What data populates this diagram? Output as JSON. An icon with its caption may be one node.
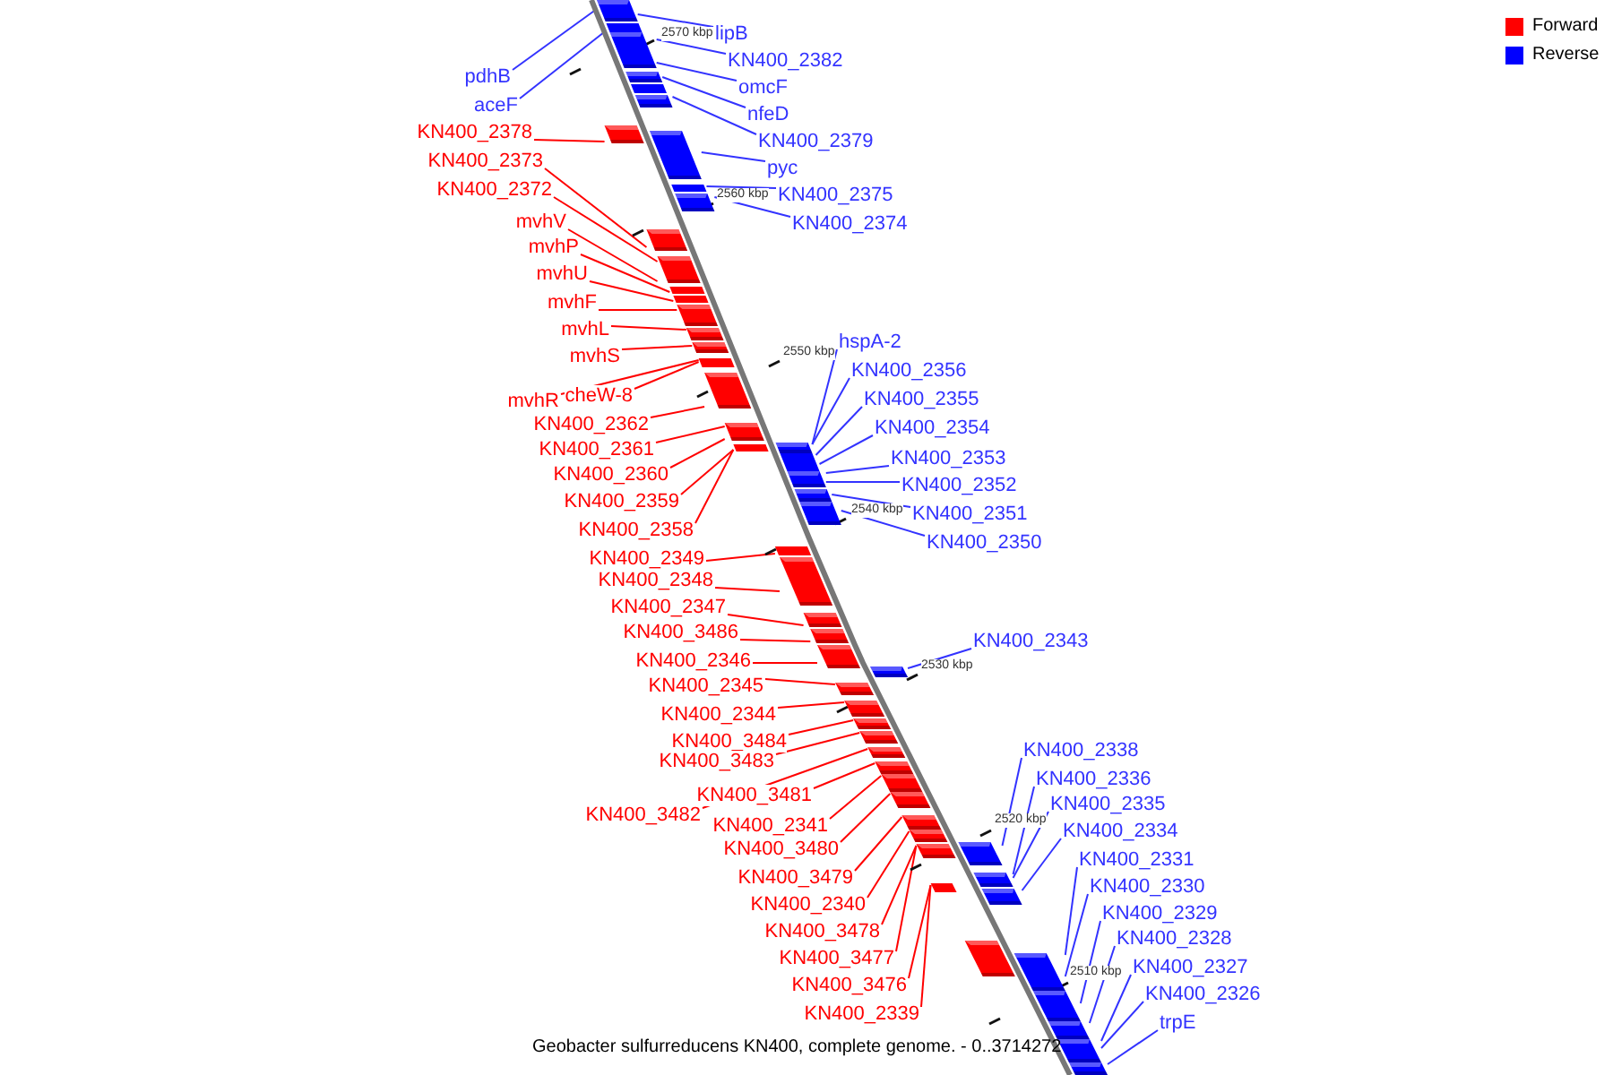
{
  "diagram": {
    "caption": "Geobacter sulfurreducens KN400, complete genome. - 0..3714272",
    "nodes": [
      {
        "text": [
          "pdhB"
        ]
      },
      {
        "text": [
          "aceF"
        ]
      },
      {
        "text": [
          "KN400_2378"
        ]
      },
      {
        "text": [
          "KN400_2373"
        ]
      },
      {
        "text": [
          "KN400_2372"
        ]
      },
      {
        "text": [
          "mvhV"
        ]
      },
      {
        "text": [
          "mvhP"
        ]
      },
      {
        "text": [
          "mvhU"
        ]
      },
      {
        "text": [
          "mvhF"
        ]
      },
      {
        "text": [
          "mvhL"
        ]
      },
      {
        "text": [
          "mvhS"
        ]
      },
      {
        "text": [
          "mvhR"
        ]
      },
      {
        "text": [
          "cheW-8"
        ]
      },
      {
        "text": [
          "KN400_2362"
        ]
      },
      {
        "text": [
          "KN400_2361"
        ]
      },
      {
        "text": [
          "KN400_2360"
        ]
      },
      {
        "text": [
          "KN400_2359"
        ]
      },
      {
        "text": [
          "KN400_2358"
        ]
      },
      {
        "text": [
          "KN400_2349"
        ]
      },
      {
        "text": [
          "KN400_2348"
        ]
      },
      {
        "text": [
          "KN400_2347"
        ]
      },
      {
        "text": [
          "KN400_3486"
        ]
      },
      {
        "text": [
          "KN400_2346"
        ]
      },
      {
        "text": [
          "KN400_2345"
        ]
      },
      {
        "text": [
          "KN400_2344"
        ]
      },
      {
        "text": [
          "KN400_3484"
        ]
      },
      {
        "text": [
          "KN400_3483"
        ]
      },
      {
        "text": [
          "KN400_3482"
        ]
      },
      {
        "text": [
          "KN400_3481"
        ]
      },
      {
        "text": [
          "KN400_2341"
        ]
      },
      {
        "text": [
          "KN400_3480"
        ]
      },
      {
        "text": [
          "KN400_3479"
        ]
      },
      {
        "text": [
          "KN400_2340"
        ]
      },
      {
        "text": [
          "KN400_3478"
        ]
      },
      {
        "text": [
          "KN400_3477"
        ]
      },
      {
        "text": [
          "KN400_3476"
        ]
      },
      {
        "text": [
          "KN400_2339"
        ]
      },
      {
        "text": [
          "lipB"
        ]
      },
      {
        "text": [
          "KN400_2382"
        ]
      },
      {
        "text": [
          "omcF"
        ]
      },
      {
        "text": [
          "nfeD"
        ]
      },
      {
        "text": [
          "KN400_2379"
        ]
      },
      {
        "text": [
          "pyc"
        ]
      },
      {
        "text": [
          "KN400_2375"
        ]
      },
      {
        "text": [
          "KN400_2374"
        ]
      },
      {
        "text": [
          "hspA-2"
        ]
      },
      {
        "text": [
          "KN400_2356"
        ]
      },
      {
        "text": [
          "KN400_2355"
        ]
      },
      {
        "text": [
          "KN400_2354"
        ]
      },
      {
        "text": [
          "KN400_2353"
        ]
      },
      {
        "text": [
          "KN400_2352"
        ]
      },
      {
        "text": [
          "KN400_2351"
        ]
      },
      {
        "text": [
          "KN400_2350"
        ]
      },
      {
        "text": [
          "KN400_2343"
        ]
      },
      {
        "text": [
          "KN400_2338"
        ]
      },
      {
        "text": [
          "KN400_2336"
        ]
      },
      {
        "text": [
          "KN400_2335"
        ]
      },
      {
        "text": [
          "KN400_2334"
        ]
      },
      {
        "text": [
          "KN400_2331"
        ]
      },
      {
        "text": [
          "KN400_2330"
        ]
      },
      {
        "text": [
          "KN400_2329"
        ]
      },
      {
        "text": [
          "KN400_2328"
        ]
      },
      {
        "text": [
          "KN400_2327"
        ]
      },
      {
        "text": [
          "KN400_2326"
        ]
      },
      {
        "text": [
          "trpE"
        ]
      },
      {
        "text": [],
        "shape": "box"
      },
      {
        "text": [],
        "shape": "box"
      },
      {
        "text": [],
        "shape": "box"
      },
      {
        "text": [],
        "shape": "box"
      },
      {
        "text": [],
        "shape": "box"
      },
      {
        "text": [],
        "shape": "box"
      },
      {
        "text": [],
        "shape": "box"
      },
      {
        "text": [],
        "shape": "box"
      },
      {
        "text": [],
        "shape": "box"
      },
      {
        "text": [],
        "shape": "box"
      },
      {
        "text": [],
        "shape": "box"
      },
      {
        "text": [],
        "shape": "box"
      },
      {
        "text": [],
        "shape": "box"
      },
      {
        "text": [],
        "shape": "box"
      },
      {
        "text": [],
        "shape": "box"
      },
      {
        "text": [],
        "shape": "box"
      },
      {
        "text": [],
        "shape": "box"
      },
      {
        "text": [],
        "shape": "box"
      },
      {
        "text": [],
        "shape": "box"
      },
      {
        "text": [],
        "shape": "box"
      },
      {
        "text": [],
        "shape": "box"
      },
      {
        "text": [],
        "shape": "box"
      },
      {
        "text": [],
        "shape": "box"
      },
      {
        "text": [],
        "shape": "box"
      },
      {
        "text": [],
        "shape": "box"
      },
      {
        "text": [],
        "shape": "box"
      },
      {
        "text": [],
        "shape": "box"
      },
      {
        "text": [],
        "shape": "box"
      },
      {
        "text": [],
        "shape": "box"
      },
      {
        "text": [],
        "shape": "box"
      },
      {
        "text": [],
        "shape": "box"
      },
      {
        "text": [],
        "shape": "box"
      },
      {
        "text": [],
        "shape": "box"
      },
      {
        "text": [],
        "shape": "box"
      },
      {
        "text": [],
        "shape": "box"
      },
      {
        "text": [],
        "shape": "box"
      },
      {
        "text": [],
        "shape": "box"
      },
      {
        "text": [],
        "shape": "box"
      },
      {
        "text": [],
        "shape": "box"
      },
      {
        "text": [],
        "shape": "box"
      },
      {
        "text": [],
        "shape": "box"
      },
      {
        "text": [],
        "shape": "box"
      },
      {
        "text": [],
        "shape": "box"
      },
      {
        "text": [],
        "shape": "box"
      },
      {
        "text": [],
        "shape": "box"
      },
      {
        "text": [],
        "shape": "box"
      },
      {
        "text": [],
        "shape": "box"
      },
      {
        "text": [],
        "shape": "box"
      },
      {
        "text": [],
        "shape": "box"
      },
      {
        "text": [],
        "shape": "box"
      },
      {
        "text": [],
        "shape": "box"
      },
      {
        "text": [],
        "shape": "box"
      },
      {
        "text": [],
        "shape": "box"
      },
      {
        "text": [],
        "shape": "box"
      }
    ],
    "edges": [
      {
        "from": 0,
        "to": 65,
        "arrow": "none",
        "color": "#3333ff"
      },
      {
        "from": 1,
        "to": 66,
        "arrow": "none",
        "color": "#3333ff"
      },
      {
        "from": 2,
        "to": 71,
        "arrow": "none"
      },
      {
        "from": 3,
        "to": 75,
        "arrow": "none"
      },
      {
        "from": 4,
        "to": 76,
        "arrow": "none"
      },
      {
        "from": 5,
        "to": 76,
        "arrow": "none"
      },
      {
        "from": 6,
        "to": 77,
        "arrow": "none"
      },
      {
        "from": 7,
        "to": 78,
        "arrow": "none"
      },
      {
        "from": 8,
        "to": 79,
        "arrow": "none"
      },
      {
        "from": 9,
        "to": 80,
        "arrow": "none"
      },
      {
        "from": 10,
        "to": 81,
        "arrow": "none"
      },
      {
        "from": 11,
        "to": 82,
        "arrow": "none"
      },
      {
        "from": 12,
        "to": 82,
        "arrow": "none"
      },
      {
        "from": 13,
        "to": 83,
        "arrow": "none"
      },
      {
        "from": 14,
        "to": 84,
        "arrow": "none"
      },
      {
        "from": 15,
        "to": 84,
        "arrow": "none"
      },
      {
        "from": 16,
        "to": 86,
        "arrow": "none"
      },
      {
        "from": 17,
        "to": 86,
        "arrow": "none"
      },
      {
        "from": 18,
        "to": 92,
        "arrow": "none"
      },
      {
        "from": 19,
        "to": 93,
        "arrow": "none"
      },
      {
        "from": 20,
        "to": 94,
        "arrow": "none"
      },
      {
        "from": 21,
        "to": 95,
        "arrow": "none"
      },
      {
        "from": 22,
        "to": 96,
        "arrow": "none"
      },
      {
        "from": 23,
        "to": 98,
        "arrow": "none"
      },
      {
        "from": 24,
        "to": 99,
        "arrow": "none"
      },
      {
        "from": 25,
        "to": 100,
        "arrow": "none"
      },
      {
        "from": 26,
        "to": 101,
        "arrow": "none"
      },
      {
        "from": 27,
        "to": 102,
        "arrow": "none"
      },
      {
        "from": 28,
        "to": 103,
        "arrow": "none"
      },
      {
        "from": 29,
        "to": 104,
        "arrow": "none"
      },
      {
        "from": 30,
        "to": 105,
        "arrow": "none"
      },
      {
        "from": 31,
        "to": 106,
        "arrow": "none"
      },
      {
        "from": 32,
        "to": 107,
        "arrow": "none"
      },
      {
        "from": 33,
        "to": 109,
        "arrow": "none"
      },
      {
        "from": 34,
        "to": 109,
        "arrow": "none"
      },
      {
        "from": 35,
        "to": 111,
        "arrow": "none"
      },
      {
        "from": 36,
        "to": 111,
        "arrow": "none"
      },
      {
        "from": 37,
        "to": 65,
        "arrow": "none",
        "color": "#3333ff"
      },
      {
        "from": 38,
        "to": 67,
        "arrow": "none",
        "color": "#3333ff"
      },
      {
        "from": 39,
        "to": 67,
        "arrow": "none",
        "color": "#3333ff"
      },
      {
        "from": 40,
        "to": 68,
        "arrow": "none",
        "color": "#3333ff"
      },
      {
        "from": 41,
        "to": 70,
        "arrow": "none",
        "color": "#3333ff"
      },
      {
        "from": 42,
        "to": 72,
        "arrow": "none",
        "color": "#3333ff"
      },
      {
        "from": 43,
        "to": 73,
        "arrow": "none",
        "color": "#3333ff"
      },
      {
        "from": 44,
        "to": 74,
        "arrow": "none",
        "color": "#3333ff"
      },
      {
        "from": 45,
        "to": 85,
        "arrow": "none",
        "color": "#3333ff"
      },
      {
        "from": 46,
        "to": 85,
        "arrow": "none",
        "color": "#3333ff"
      },
      {
        "from": 47,
        "to": 87,
        "arrow": "none",
        "color": "#3333ff"
      },
      {
        "from": 48,
        "to": 88,
        "arrow": "none",
        "color": "#3333ff"
      },
      {
        "from": 49,
        "to": 89,
        "arrow": "none",
        "color": "#3333ff"
      },
      {
        "from": 50,
        "to": 89,
        "arrow": "none",
        "color": "#3333ff"
      },
      {
        "from": 51,
        "to": 90,
        "arrow": "none",
        "color": "#3333ff"
      },
      {
        "from": 52,
        "to": 91,
        "arrow": "none",
        "color": "#3333ff"
      },
      {
        "from": 53,
        "to": 97,
        "arrow": "none",
        "color": "#3333ff"
      },
      {
        "from": 54,
        "to": 108,
        "arrow": "none",
        "color": "#3333ff"
      },
      {
        "from": 55,
        "to": 110,
        "arrow": "none",
        "color": "#3333ff"
      },
      {
        "from": 56,
        "to": 110,
        "arrow": "none",
        "color": "#3333ff"
      },
      {
        "from": 57,
        "to": 112,
        "arrow": "none",
        "color": "#3333ff"
      },
      {
        "from": 58,
        "to": 114,
        "arrow": "none",
        "color": "#3333ff"
      },
      {
        "from": 59,
        "to": 114,
        "arrow": "none",
        "color": "#3333ff"
      },
      {
        "from": 60,
        "to": 115,
        "arrow": "none",
        "color": "#3333ff"
      },
      {
        "from": 61,
        "to": 116,
        "arrow": "none",
        "color": "#3333ff"
      },
      {
        "from": 62,
        "to": 117,
        "arrow": "none",
        "color": "#3333ff"
      },
      {
        "from": 63,
        "to": 117,
        "arrow": "none",
        "color": "#3333ff"
      },
      {
        "from": 64,
        "to": 118,
        "arrow": "none",
        "color": "#3333ff"
      }
    ],
    "labels": [
      "2570 kbp",
      "2560 kbp",
      "2550 kbp",
      "2540 kbp",
      "2530 kbp",
      "2520 kbp",
      "2510 kbp"
    ],
    "legend": [
      {
        "text": "Forward",
        "color": "#ff0000"
      },
      {
        "text": "Reverse",
        "color": "#0000ff"
      }
    ]
  }
}
